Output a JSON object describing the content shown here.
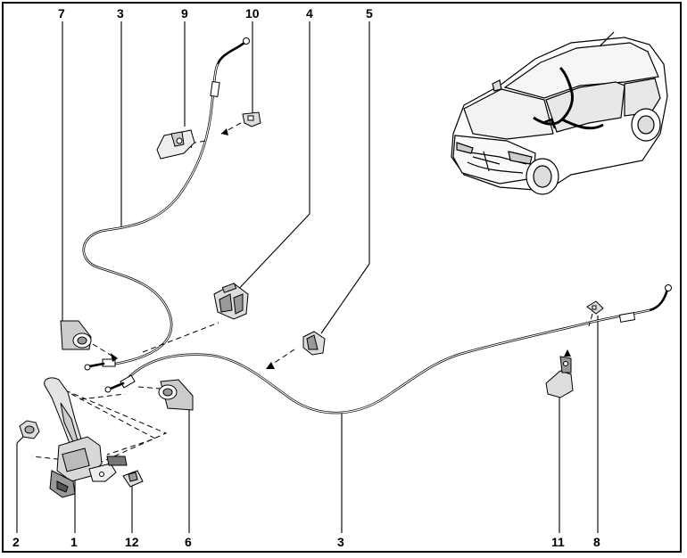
{
  "callouts": [
    {
      "id": "c7",
      "label": "7"
    },
    {
      "id": "c3a",
      "label": "3"
    },
    {
      "id": "c9",
      "label": "9"
    },
    {
      "id": "c10",
      "label": "10"
    },
    {
      "id": "c4",
      "label": "4"
    },
    {
      "id": "c5",
      "label": "5"
    },
    {
      "id": "c2",
      "label": "2"
    },
    {
      "id": "c1",
      "label": "1"
    },
    {
      "id": "c12",
      "label": "12"
    },
    {
      "id": "c6",
      "label": "6"
    },
    {
      "id": "c3b",
      "label": "3"
    },
    {
      "id": "c11",
      "label": "11"
    },
    {
      "id": "c8",
      "label": "8"
    }
  ]
}
